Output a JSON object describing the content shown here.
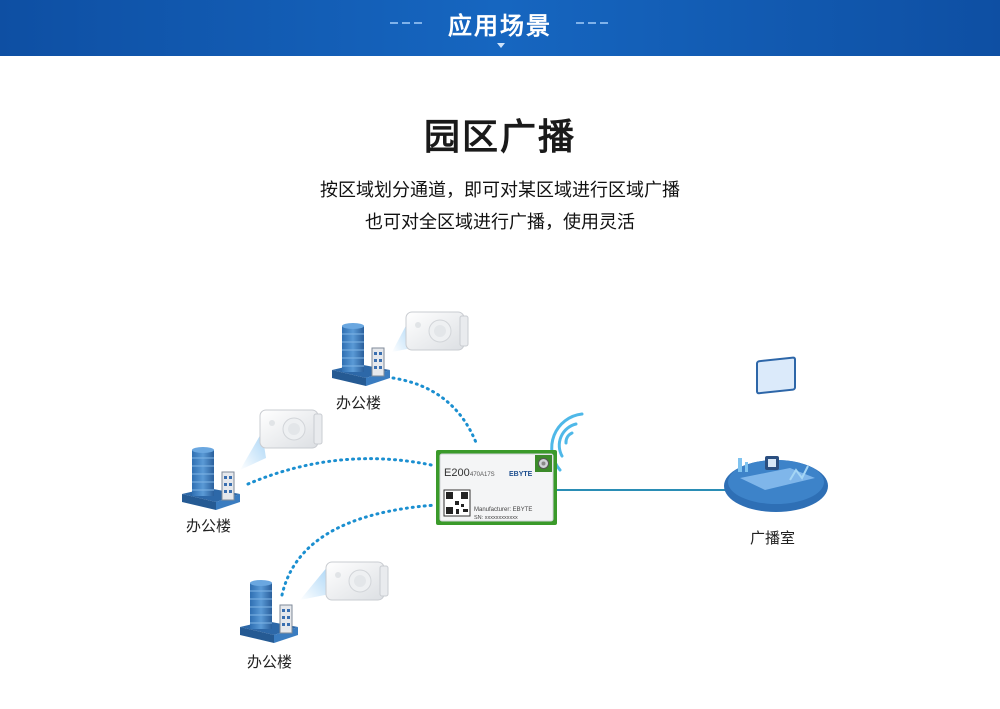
{
  "banner": {
    "title": "应用场景"
  },
  "scene": {
    "title": "园区广播",
    "desc_line1": "按区域划分通道，即可对某区域进行区域广播",
    "desc_line2": "也可对全区域进行广播，使用灵活"
  },
  "module": {
    "model": "E200",
    "part": "470A17S",
    "brand": "EBYTE",
    "manufacturer": "Manufacturer: EBYTE",
    "sn": "SN: xxxxxxxxxxxx"
  },
  "nodes": {
    "office_top": "办公楼",
    "office_mid": "办公楼",
    "office_bottom": "办公楼",
    "broadcast_room": "广播室"
  },
  "colors": {
    "banner": "#1666c0",
    "link": "#1b8fd0",
    "module_border": "#3a9a2a",
    "building": "#3f7fc0"
  }
}
